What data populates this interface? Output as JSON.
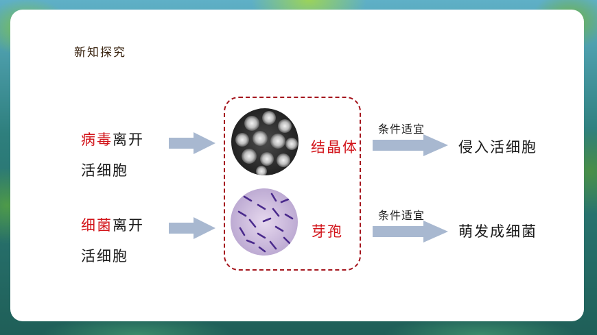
{
  "slide": {
    "section_title": "新知探究",
    "rows": [
      {
        "subject_red": "病毒",
        "subject_rest": "离开",
        "line2": "活细胞",
        "form": "结晶体",
        "condition": "条件适宜",
        "result": "侵入活细胞",
        "image_icon": "virus-crystal-micrograph"
      },
      {
        "subject_red": "细菌",
        "subject_rest": "离开",
        "line2": "活细胞",
        "form": "芽孢",
        "condition": "条件适宜",
        "result": "萌发成细菌",
        "image_icon": "bacteria-spore-micrograph"
      }
    ],
    "colors": {
      "highlight_red": "#d2141a",
      "dashed_border": "#a5151d",
      "arrow_fill": "#a8b8d0"
    }
  }
}
